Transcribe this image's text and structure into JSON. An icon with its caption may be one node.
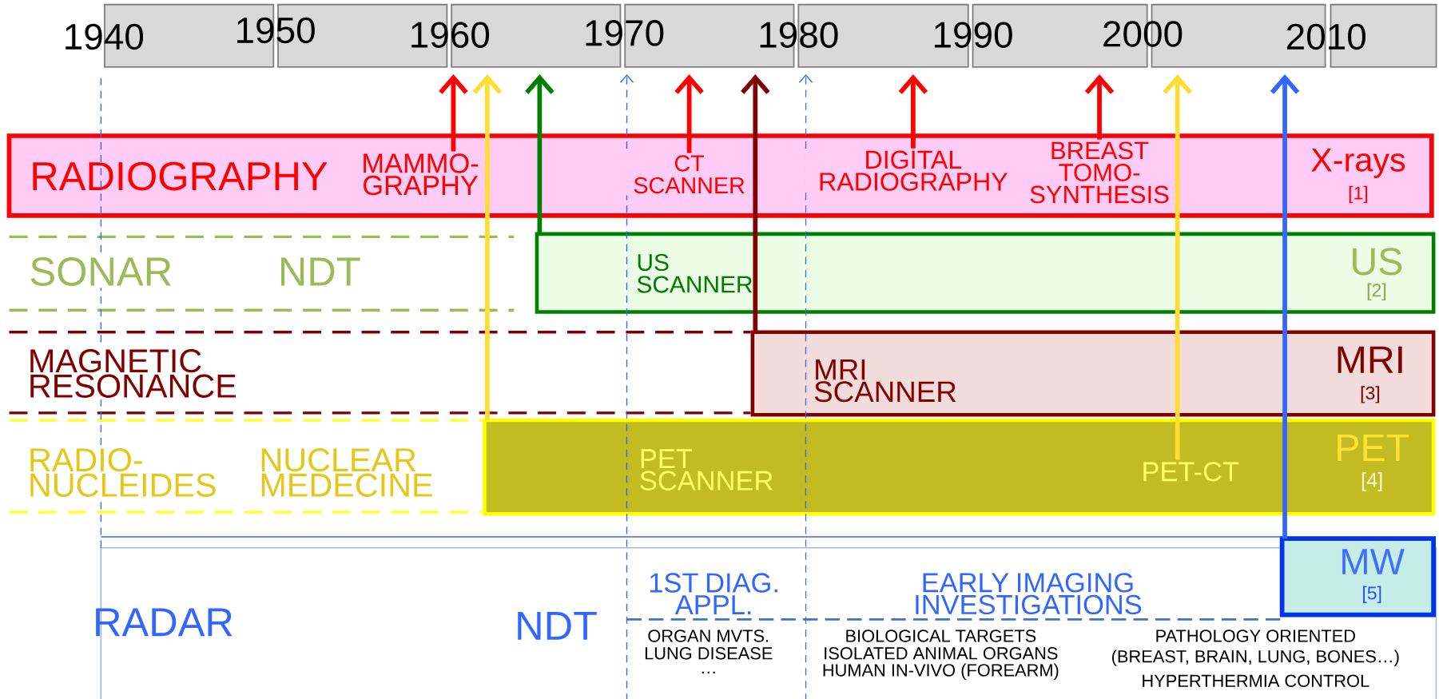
{
  "diagram": {
    "nodes": [
      {
        "text": [],
        "shape": "box"
      },
      {
        "text": [],
        "shape": "box"
      },
      {
        "text": [],
        "shape": "box"
      },
      {
        "text": [],
        "shape": "box"
      },
      {
        "text": [],
        "shape": "box"
      },
      {
        "text": [],
        "shape": "box"
      },
      {
        "text": [],
        "shape": "box"
      },
      {
        "text": [],
        "shape": "box"
      },
      {
        "text": [
          "RADIOGRAPHY",
          "X-rays",
          "[1]"
        ]
      },
      {
        "text": [
          "MAMMO- GRAPHY"
        ],
        "in": 8
      },
      {
        "text": [
          "CT SCANNER"
        ],
        "in": 8
      },
      {
        "text": [
          "DIGITAL RADIOGRAPHY"
        ],
        "in": 8
      },
      {
        "text": [
          "BREAST TOMO- SYNTHESIS"
        ],
        "in": 8
      },
      {
        "text": [
          "US",
          "[2]"
        ]
      },
      {
        "text": [
          "US SCANNER"
        ],
        "in": 13
      },
      {
        "text": [
          "MRI",
          "[3]"
        ]
      },
      {
        "text": [
          "MRI SCANNER"
        ],
        "in": 15
      },
      {
        "text": [
          "PET",
          "[4]"
        ]
      },
      {
        "text": [
          "PET SCANNER"
        ],
        "in": 17
      },
      {
        "text": [
          "PET-CT"
        ],
        "in": 17
      },
      {
        "text": [
          "MW",
          "[5]"
        ]
      },
      {
        "text": [
          "RADAR",
          "NDT"
        ]
      }
    ],
    "edges": [
      {
        "from": 21,
        "to": 0,
        "arrow": "none",
        "style": "dashed",
        "color": "#3366ff"
      },
      {
        "from": 9,
        "to": 2,
        "arrow": "to",
        "color": "#ff0000"
      },
      {
        "from": 17,
        "to": 2,
        "arrow": "to",
        "color": "#ffdd33"
      },
      {
        "from": 13,
        "to": 2,
        "arrow": "to",
        "color": "#008000"
      },
      {
        "from": 21,
        "to": 3,
        "arrow": "to",
        "style": "dashed",
        "color": "#3366ff"
      },
      {
        "from": 10,
        "to": 3,
        "arrow": "to",
        "color": "#ff0000"
      },
      {
        "from": 15,
        "to": 3,
        "arrow": "to",
        "color": "#800000"
      },
      {
        "from": 21,
        "to": 4,
        "arrow": "to",
        "style": "dashed",
        "color": "#3366ff"
      },
      {
        "from": 11,
        "to": 4,
        "arrow": "to",
        "color": "#ff0000"
      },
      {
        "from": 12,
        "to": 5,
        "arrow": "to",
        "color": "#ff0000"
      },
      {
        "from": 19,
        "to": 6,
        "arrow": "to",
        "color": "#ffdd33"
      },
      {
        "from": 20,
        "to": 6,
        "arrow": "to",
        "color": "#3366ff"
      }
    ],
    "labels": [
      "1940",
      "1950",
      "1960",
      "1970",
      "1980",
      "1990",
      "2000",
      "2010",
      "SONAR",
      "NDT",
      "MAGNETIC RESONANCE",
      "RADIO- NUCLEIDES",
      "NUCLEAR MEDECINE",
      "1ST DIAG. APPL.",
      "EARLY IMAGING INVESTIGATIONS",
      "ORGAN MVTS.",
      "LUNG DISEASE",
      "…",
      "BIOLOGICAL TARGETS",
      "ISOLATED ANIMAL ORGANS",
      "HUMAN IN-VIVO (FOREARM)",
      "PATHOLOGY ORIENTED",
      "(BREAST, BRAIN, LUNG, BONES…)",
      "HYPERTHERMIA CONTROL"
    ]
  }
}
